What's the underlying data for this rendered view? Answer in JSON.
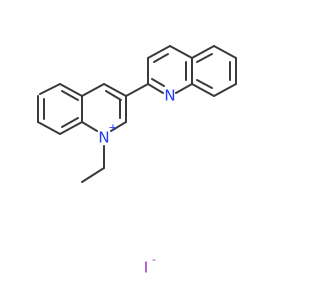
{
  "molecule": {
    "cation": {
      "n_quinolinium_symbol": "N",
      "n_quinolinium_charge": "+",
      "n_quinoline_symbol": "N"
    },
    "anion": {
      "symbol": "I",
      "charge": "-"
    },
    "colors": {
      "bond": "#3a3a3a",
      "nitrogen": "#1f3cff",
      "iodine": "#9b30c8"
    }
  }
}
